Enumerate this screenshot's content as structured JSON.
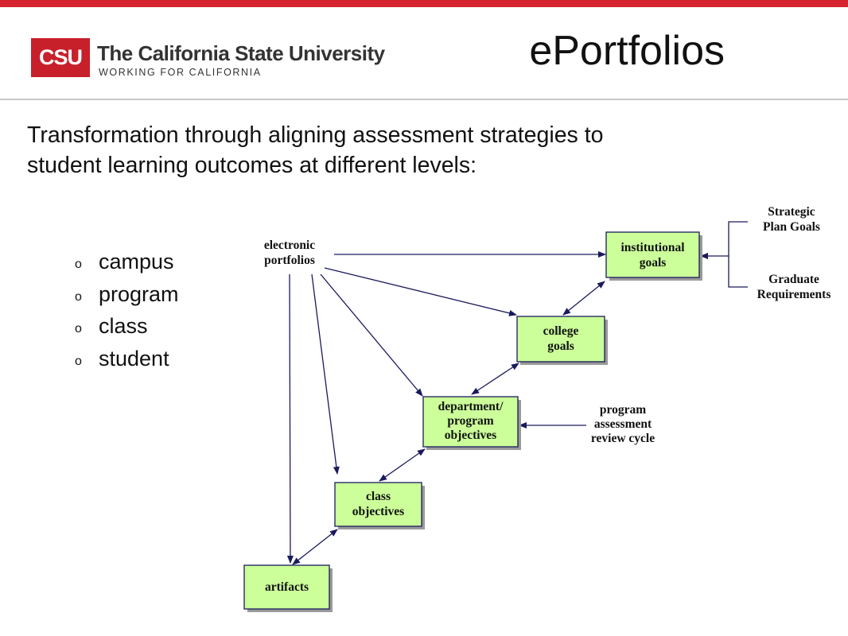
{
  "header": {
    "logo_abbrev": "CSU",
    "logo_name": "The California State University",
    "logo_tagline": "WORKING FOR CALIFORNIA",
    "title": "ePortfolios"
  },
  "subtitle": {
    "line1": "Transformation through aligning assessment strategies to",
    "line2": "student learning outcomes at different levels:"
  },
  "bullets": {
    "marker": "o",
    "items": [
      "campus",
      "program",
      "class",
      "student"
    ]
  },
  "diagram": {
    "box_fill": "#ccff99",
    "source": [
      "electronic",
      "portfolios"
    ],
    "institutional": [
      "institutional",
      "goals"
    ],
    "college": [
      "college",
      "goals"
    ],
    "department": [
      "department/",
      "program",
      "objectives"
    ],
    "class": [
      "class",
      "objectives"
    ],
    "artifacts": [
      "artifacts"
    ],
    "strategic": [
      "Strategic",
      "Plan Goals"
    ],
    "graduate": [
      "Graduate",
      "Requirements"
    ],
    "review": [
      "program",
      "assessment",
      "review cycle"
    ]
  },
  "colors": {
    "brand_red": "#c8202b",
    "top_bar": "#d5232f",
    "arrow": "#1a1a5e"
  }
}
